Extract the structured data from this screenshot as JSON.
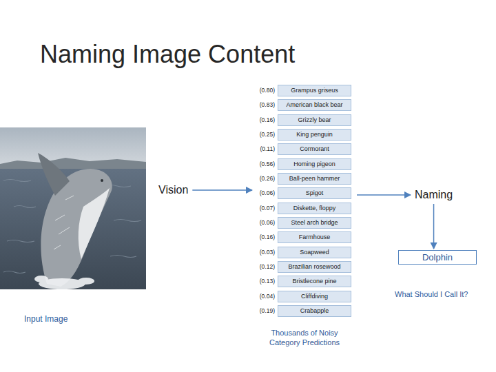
{
  "diagram": {
    "title": "Naming Image Content",
    "nodes": [
      {
        "text": [
          "Vision"
        ]
      },
      {
        "text": [
          "Thousands of Noisy Category Predictions"
        ]
      },
      {
        "text": [
          "Grampus griseus"
        ],
        "in": 1
      },
      {
        "text": [
          "American black bear"
        ],
        "in": 1
      },
      {
        "text": [
          "Grizzly bear"
        ],
        "in": 1
      },
      {
        "text": [
          "King penguin"
        ],
        "in": 1
      },
      {
        "text": [
          "Cormorant"
        ],
        "in": 1
      },
      {
        "text": [
          "Homing pigeon"
        ],
        "in": 1
      },
      {
        "text": [
          "Ball-peen hammer"
        ],
        "in": 1
      },
      {
        "text": [
          "Spigot"
        ],
        "in": 1
      },
      {
        "text": [
          "Diskette, floppy"
        ],
        "in": 1
      },
      {
        "text": [
          "Steel arch bridge"
        ],
        "in": 1
      },
      {
        "text": [
          "Farmhouse"
        ],
        "in": 1
      },
      {
        "text": [
          "Soapweed"
        ],
        "in": 1
      },
      {
        "text": [
          "Brazilian rosewood"
        ],
        "in": 1
      },
      {
        "text": [
          "Bristlecone pine"
        ],
        "in": 1
      },
      {
        "text": [
          "Cliffdiving"
        ],
        "in": 1
      },
      {
        "text": [
          "Crabapple"
        ],
        "in": 1
      },
      {
        "text": [
          "Naming"
        ]
      },
      {
        "text": [
          "Dolphin"
        ]
      }
    ],
    "edges": [
      {
        "from": 0,
        "to": 1,
        "arrow": "to"
      },
      {
        "from": 1,
        "to": 18,
        "arrow": "to"
      },
      {
        "from": 18,
        "to": 19,
        "arrow": "to"
      }
    ],
    "labels": [
      "(0.80)",
      "(0.83)",
      "(0.16)",
      "(0.25)",
      "(0.11)",
      "(0.56)",
      "(0.26)",
      "(0.06)",
      "(0.07)",
      "(0.06)",
      "(0.16)",
      "(0.03)",
      "(0.12)",
      "(0.13)",
      "(0.04)",
      "(0.19)",
      "Input Image",
      "What Should I Call It?"
    ]
  }
}
